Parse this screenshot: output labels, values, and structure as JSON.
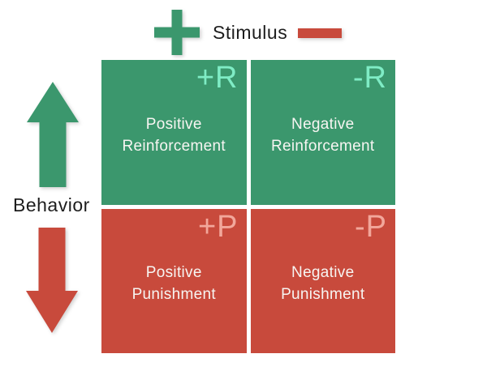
{
  "stimulus": {
    "label": "Stimulus"
  },
  "behavior": {
    "label": "Behavior"
  },
  "icons": {
    "stimulus_positive": "plus-icon",
    "stimulus_negative": "minus-icon",
    "behavior_increase": "arrow-up-icon",
    "behavior_decrease": "arrow-down-icon"
  },
  "quadrants": {
    "positive_reinforcement": {
      "code": "+R",
      "line1": "Positive",
      "line2": "Reinforcement"
    },
    "negative_reinforcement": {
      "code": "-R",
      "line1": "Negative",
      "line2": "Reinforcement"
    },
    "positive_punishment": {
      "code": "+P",
      "line1": "Positive",
      "line2": "Punishment"
    },
    "negative_punishment": {
      "code": "-P",
      "line1": "Negative",
      "line2": "Punishment"
    }
  },
  "colors": {
    "green": "#3B976D",
    "red": "#C84A3C",
    "mint": "#7FECC5",
    "salmon": "#F2A79B",
    "label_text": "#F7F5F2",
    "axis_text": "#1D1D1D",
    "background": "#FFFFFF"
  }
}
